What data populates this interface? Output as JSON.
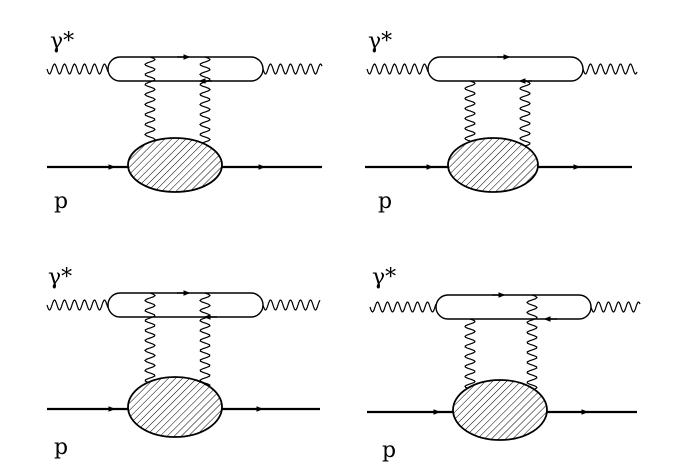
{
  "diagrams": [
    {
      "photon_label": "γ*",
      "proton_label": "p",
      "variant": "both-gluons-on-quark-row"
    },
    {
      "photon_label": "γ*",
      "proton_label": "p",
      "variant": "both-gluons-on-antiquark-row"
    },
    {
      "photon_label": "γ*",
      "proton_label": "p",
      "variant": "both-gluons-on-quark-row"
    },
    {
      "photon_label": "γ*",
      "proton_label": "p",
      "variant": "one-gluon-each-row"
    }
  ]
}
